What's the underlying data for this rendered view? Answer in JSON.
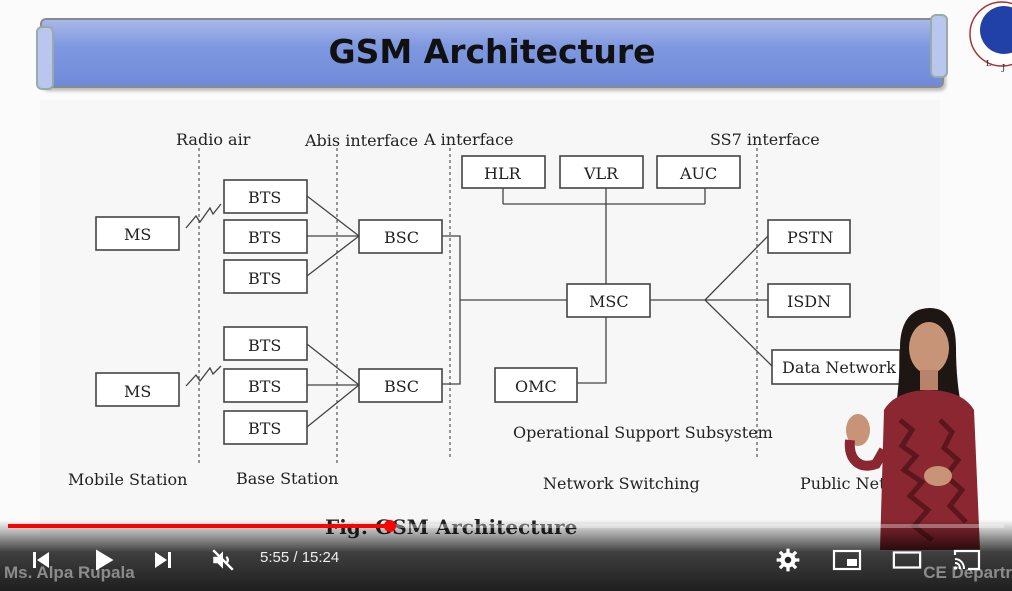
{
  "slide": {
    "title": "GSM Architecture",
    "interface_labels": {
      "radio_air": "Radio air",
      "abis": "Abis interface",
      "a": "A interface",
      "ss7": "SS7 interface"
    },
    "nodes": {
      "ms1": "MS",
      "ms2": "MS",
      "bts": "BTS",
      "bsc": "BSC",
      "hlr": "HLR",
      "vlr": "VLR",
      "auc": "AUC",
      "msc": "MSC",
      "omc": "OMC",
      "pstn": "PSTN",
      "isdn": "ISDN",
      "data_network": "Data Network"
    },
    "section_labels": {
      "operational": "Operational Support Subsystem",
      "mobile_station": "Mobile Station",
      "base_station": "Base Station",
      "network_switching": "Network Switching",
      "public_networks": "Public Netw"
    },
    "caption": "Fig: GSM Architecture"
  },
  "player": {
    "current_time": "5:55",
    "duration": "15:24",
    "time_text": "5:55 / 15:24",
    "progress_percent": 38.4,
    "muted": true,
    "colors": {
      "progress": "#ff0000"
    }
  },
  "watermark": {
    "left": "Ms. Alpa Rupala",
    "right": "CE  Departr"
  },
  "icons": [
    "previous-icon",
    "play-icon",
    "next-icon",
    "muted-icon",
    "settings-icon",
    "miniplayer-icon",
    "theater-icon",
    "cast-icon"
  ]
}
